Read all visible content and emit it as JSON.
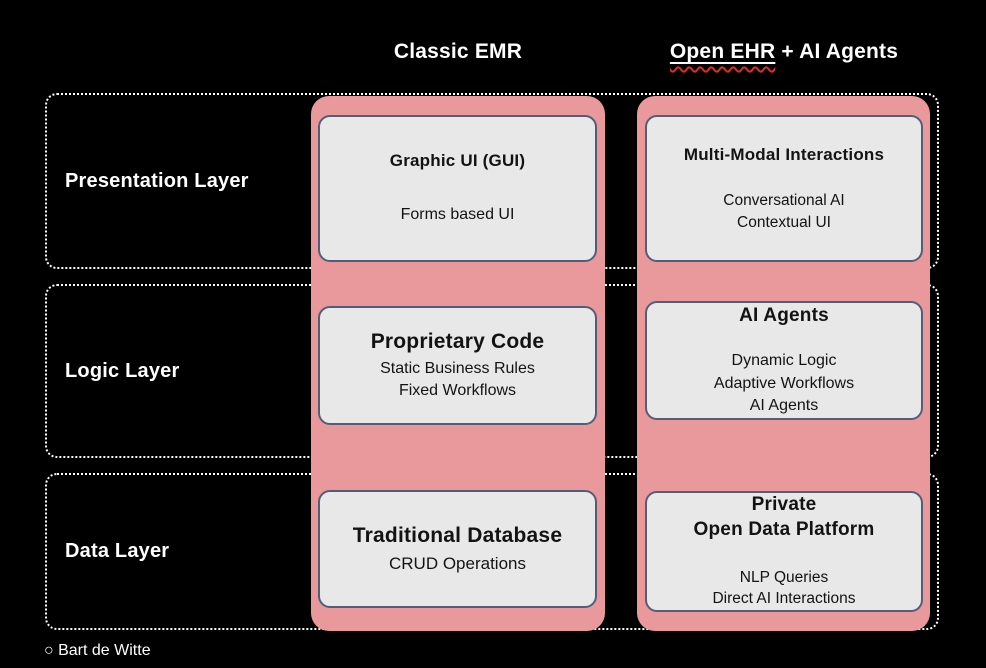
{
  "header": {
    "classic_title": "Classic EMR",
    "open_title_underlined": "Open EHR",
    "open_title_rest": " + AI Agents"
  },
  "rows": [
    {
      "label": "Presentation Layer"
    },
    {
      "label": "Logic Layer"
    },
    {
      "label": "Data Layer"
    }
  ],
  "classic_column": {
    "cards": [
      {
        "title": "Graphic UI (GUI)",
        "items": [
          "Forms based UI"
        ]
      },
      {
        "title": "Proprietary Code",
        "items": [
          "Static Business Rules",
          "Fixed Workflows"
        ]
      },
      {
        "title": "Traditional Database",
        "items": [
          "CRUD Operations"
        ]
      }
    ]
  },
  "open_column": {
    "cards": [
      {
        "title": "Multi-Modal Interactions",
        "items": [
          "Conversational AI",
          "Contextual UI"
        ]
      },
      {
        "title": "AI Agents",
        "items": [
          "Dynamic Logic",
          "Adaptive Workflows",
          "AI Agents"
        ]
      },
      {
        "title": "Private\nOpen Data Platform",
        "items": [
          "NLP Queries",
          "Direct AI Interactions"
        ]
      }
    ]
  },
  "footer": {
    "credit": "○ Bart de Witte"
  },
  "colors": {
    "background": "#000000",
    "column_pink": "#e9999c",
    "card_fill": "#e8e8e8",
    "card_border": "#525e78",
    "row_border": "#ffffff",
    "underline_red": "#d93025",
    "text_dark": "#131313",
    "text_light": "#ffffff"
  }
}
